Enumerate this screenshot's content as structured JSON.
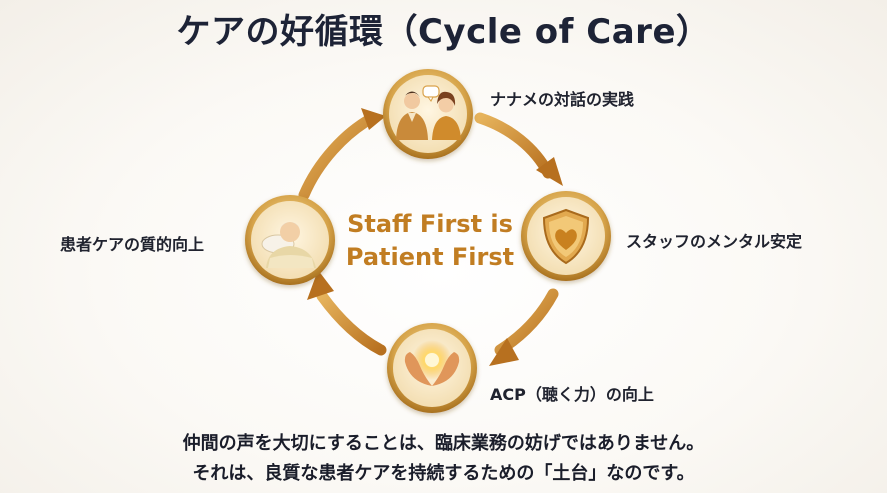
{
  "title": "ケアの好循環（Cycle of Care）",
  "center": {
    "line1": "Staff First is",
    "line2": "Patient First"
  },
  "nodes": {
    "top": {
      "label": "ナナメの対話の実践",
      "icon": "dialogue-people-icon"
    },
    "right": {
      "label": "スタッフのメンタル安定",
      "icon": "heart-shield-icon"
    },
    "bottom": {
      "label": "ACP（聴く力）の向上",
      "icon": "open-hands-light-icon"
    },
    "left": {
      "label": "患者ケアの質的向上",
      "icon": "elderly-patient-icon"
    }
  },
  "footer": {
    "line1": "仲間の声を大切にすることは、臨床業務の妨げではありません。",
    "line2": "それは、良質な患者ケアを持続するための「土台」なのです。"
  },
  "colors": {
    "accent_gold": "#d7a24a",
    "center_text": "#c17d22",
    "title": "#1d2336"
  }
}
